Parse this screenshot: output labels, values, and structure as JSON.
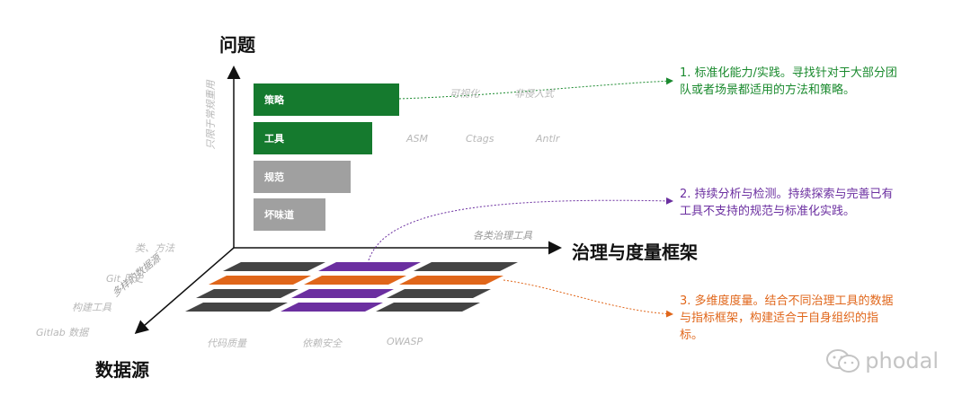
{
  "axes": {
    "y_title": "问题",
    "x_title": "治理与度量框架",
    "z_title": "数据源",
    "y_side_note": "只限于常规重用",
    "x_note": "各类治理工具",
    "z_note": "多样的数据源"
  },
  "bars": [
    {
      "label": "策略",
      "color": "#157a2e"
    },
    {
      "label": "工具",
      "color": "#157a2e"
    },
    {
      "label": "规范",
      "color": "#a0a0a0"
    },
    {
      "label": "坏味道",
      "color": "#a0a0a0"
    }
  ],
  "row_tags": {
    "strategy": [
      "可视化",
      "非侵入式"
    ],
    "tools": [
      "ASM",
      "Ctags",
      "Antlr"
    ]
  },
  "source_labels": [
    "类、方法",
    "Git 历史",
    "构建工具",
    "Gitlab 数据"
  ],
  "bottom_labels": [
    "代码质量",
    "依赖安全",
    "OWASP"
  ],
  "annotations": [
    {
      "text": "1. 标准化能力/实践。寻找针对于大部分团队或者场景都适用的方法和策略。",
      "color": "#1a8a2e"
    },
    {
      "text": "2. 持续分析与检测。持续探索与完善已有工具不支持的规范与标准化实践。",
      "color": "#6b2fa0"
    },
    {
      "text": "3. 多维度度量。结合不同治理工具的数据与指标框架，构建适合于自身组织的指标。",
      "color": "#e0661a"
    }
  ],
  "colors": {
    "green": "#157a2e",
    "gray": "#a0a0a0",
    "purple": "#6b2fa0",
    "orange": "#e0661a",
    "dark": "#444444"
  },
  "watermark": {
    "text": "phodal",
    "icon": "wechat-icon"
  }
}
